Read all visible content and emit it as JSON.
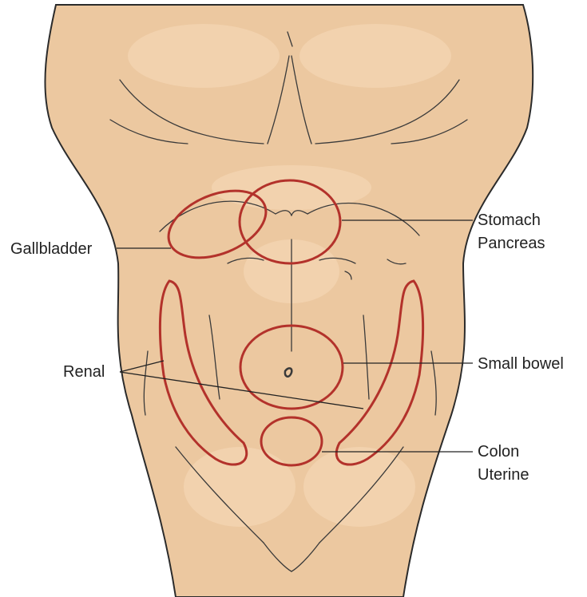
{
  "diagram": {
    "colors": {
      "skin": "#ecc8a0",
      "skin_highlight": "#f5dcc0",
      "outline": "#2b2b2b",
      "region_outline": "#b3322b",
      "label_text": "#222222"
    },
    "labels": {
      "gallbladder": "Gallbladder",
      "stomach": "Stomach",
      "pancreas": "Pancreas",
      "renal": "Renal",
      "small_bowel": "Small bowel",
      "colon": "Colon",
      "uterine": "Uterine"
    }
  }
}
